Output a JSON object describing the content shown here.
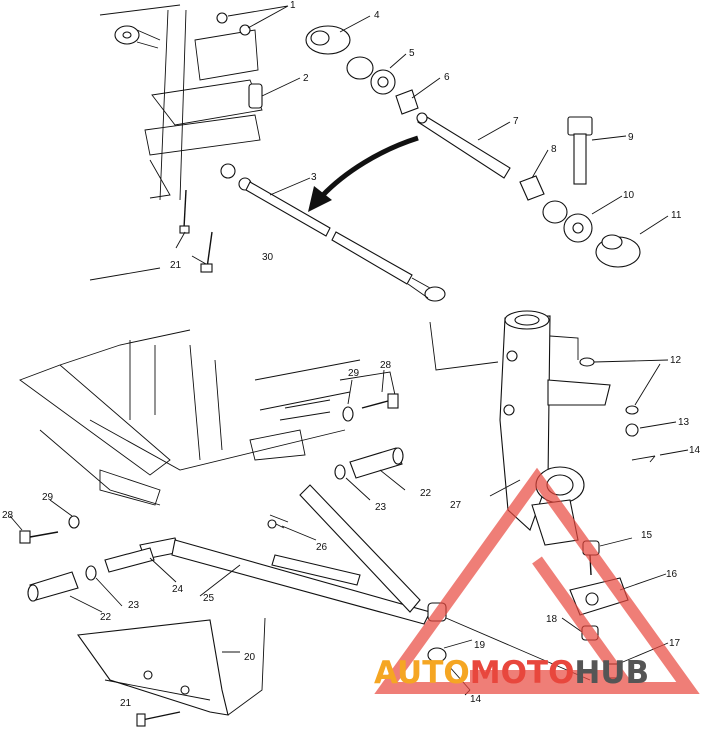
{
  "labels": [
    {
      "id": "1",
      "text": "1"
    },
    {
      "id": "2",
      "text": "2"
    },
    {
      "id": "3",
      "text": "3"
    },
    {
      "id": "4",
      "text": "4"
    },
    {
      "id": "5",
      "text": "5"
    },
    {
      "id": "6",
      "text": "6"
    },
    {
      "id": "7",
      "text": "7"
    },
    {
      "id": "8",
      "text": "8"
    },
    {
      "id": "9",
      "text": "9"
    },
    {
      "id": "10",
      "text": "10"
    },
    {
      "id": "11",
      "text": "11"
    },
    {
      "id": "12",
      "text": "12"
    },
    {
      "id": "13",
      "text": "13"
    },
    {
      "id": "14a",
      "text": "14"
    },
    {
      "id": "14b",
      "text": "14"
    },
    {
      "id": "15",
      "text": "15"
    },
    {
      "id": "16",
      "text": "16"
    },
    {
      "id": "17",
      "text": "17"
    },
    {
      "id": "18",
      "text": "18"
    },
    {
      "id": "19",
      "text": "19"
    },
    {
      "id": "20",
      "text": "20"
    },
    {
      "id": "21a",
      "text": "21"
    },
    {
      "id": "21b",
      "text": "21"
    },
    {
      "id": "22a",
      "text": "22"
    },
    {
      "id": "22b",
      "text": "22"
    },
    {
      "id": "23a",
      "text": "23"
    },
    {
      "id": "23b",
      "text": "23"
    },
    {
      "id": "24",
      "text": "24"
    },
    {
      "id": "25",
      "text": "25"
    },
    {
      "id": "26",
      "text": "26"
    },
    {
      "id": "27",
      "text": "27"
    },
    {
      "id": "28a",
      "text": "28"
    },
    {
      "id": "28b",
      "text": "28"
    },
    {
      "id": "29a",
      "text": "29"
    },
    {
      "id": "29b",
      "text": "29"
    },
    {
      "id": "30",
      "text": "30"
    }
  ],
  "watermark": {
    "part1": "AUTO",
    "part2": "MOTO",
    "part3": "HUB",
    "color1": "#f5a623",
    "color2": "#e8473d",
    "color3": "#555555",
    "logo_color": "#e8473d"
  }
}
